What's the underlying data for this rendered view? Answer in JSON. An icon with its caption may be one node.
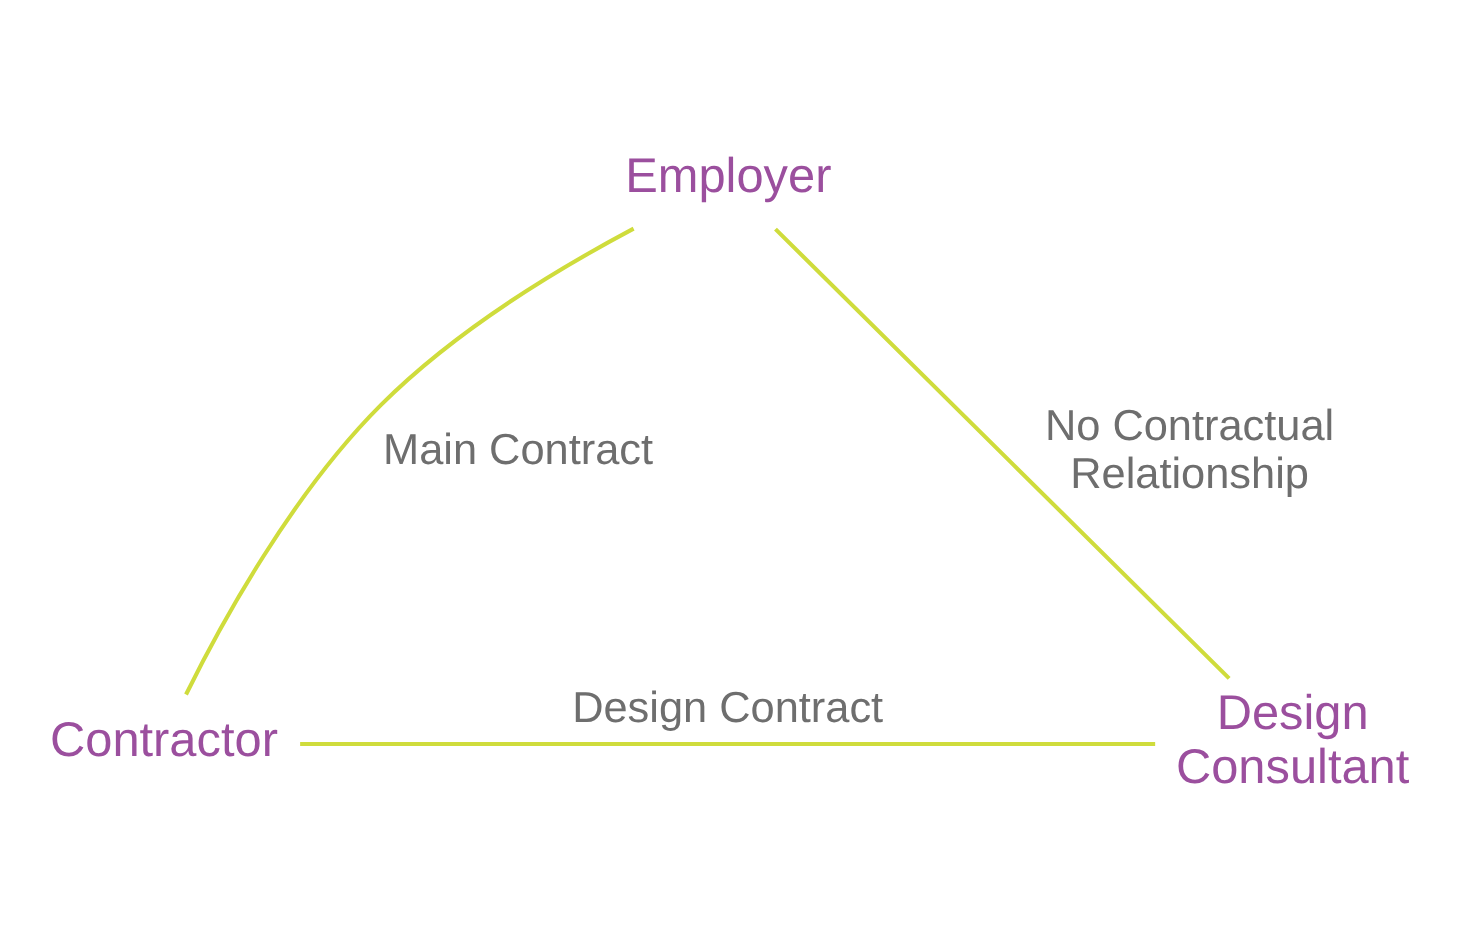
{
  "diagram": {
    "nodes": [
      {
        "text": [
          "Employer"
        ]
      },
      {
        "text": [
          "Contractor"
        ]
      },
      {
        "text": [
          "Design Consultant"
        ]
      }
    ],
    "edges": [
      {
        "from": 0,
        "to": 1,
        "arrow": "none",
        "label": "Main Contract"
      },
      {
        "from": 0,
        "to": 2,
        "arrow": "none",
        "label": "No Contractual Relationship"
      },
      {
        "from": 1,
        "to": 2,
        "arrow": "none",
        "label": "Design Contract"
      }
    ]
  }
}
